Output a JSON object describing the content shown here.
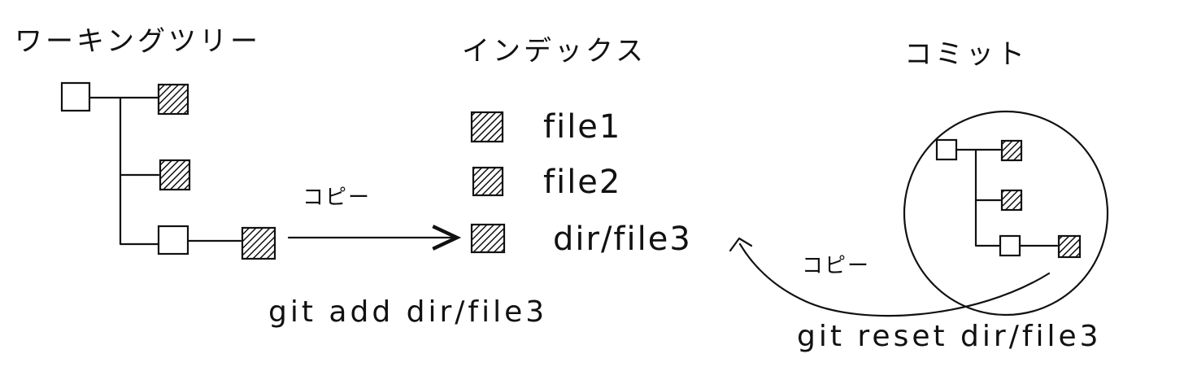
{
  "headers": {
    "working_tree": "ワーキングツリー",
    "index": "インデックス",
    "commit": "コミット"
  },
  "index_files": [
    "file1",
    "file2",
    "dir/file3"
  ],
  "copy_labels": {
    "add": "コピー",
    "reset": "コピー"
  },
  "commands": {
    "add": "git add dir/file3",
    "reset": "git reset dir/file3"
  },
  "icons": {
    "folder": "empty-square",
    "file": "hatched-square"
  },
  "colors": {
    "ink": "#111111",
    "background": "#ffffff"
  }
}
